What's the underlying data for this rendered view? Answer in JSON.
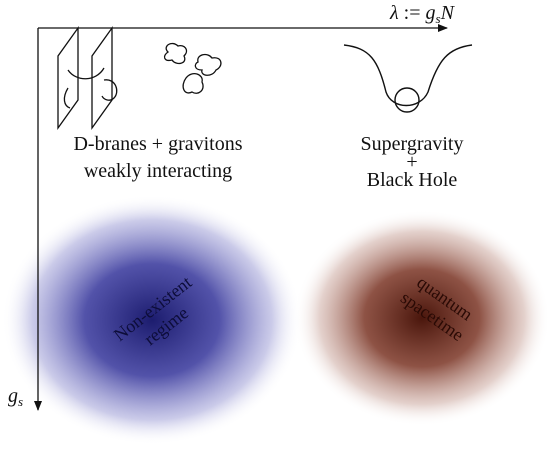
{
  "axes": {
    "x_label_lhs": "λ",
    "x_label_def": " := ",
    "x_label_g": "g",
    "x_label_sub": "s",
    "x_label_N": "N",
    "y_label_g": "g",
    "y_label_sub": "s"
  },
  "left_panel": {
    "line1": "D-branes + gravitons",
    "line2": "weakly interacting"
  },
  "right_panel": {
    "line1": "Supergravity",
    "plus": "+",
    "line2": "Black Hole"
  },
  "blue_region": {
    "line1": "Non-existent",
    "line2": "regime",
    "color": "#3a3a8c"
  },
  "red_region": {
    "line1": "quantum",
    "line2": "spacetime",
    "color": "#7a2a1a"
  }
}
